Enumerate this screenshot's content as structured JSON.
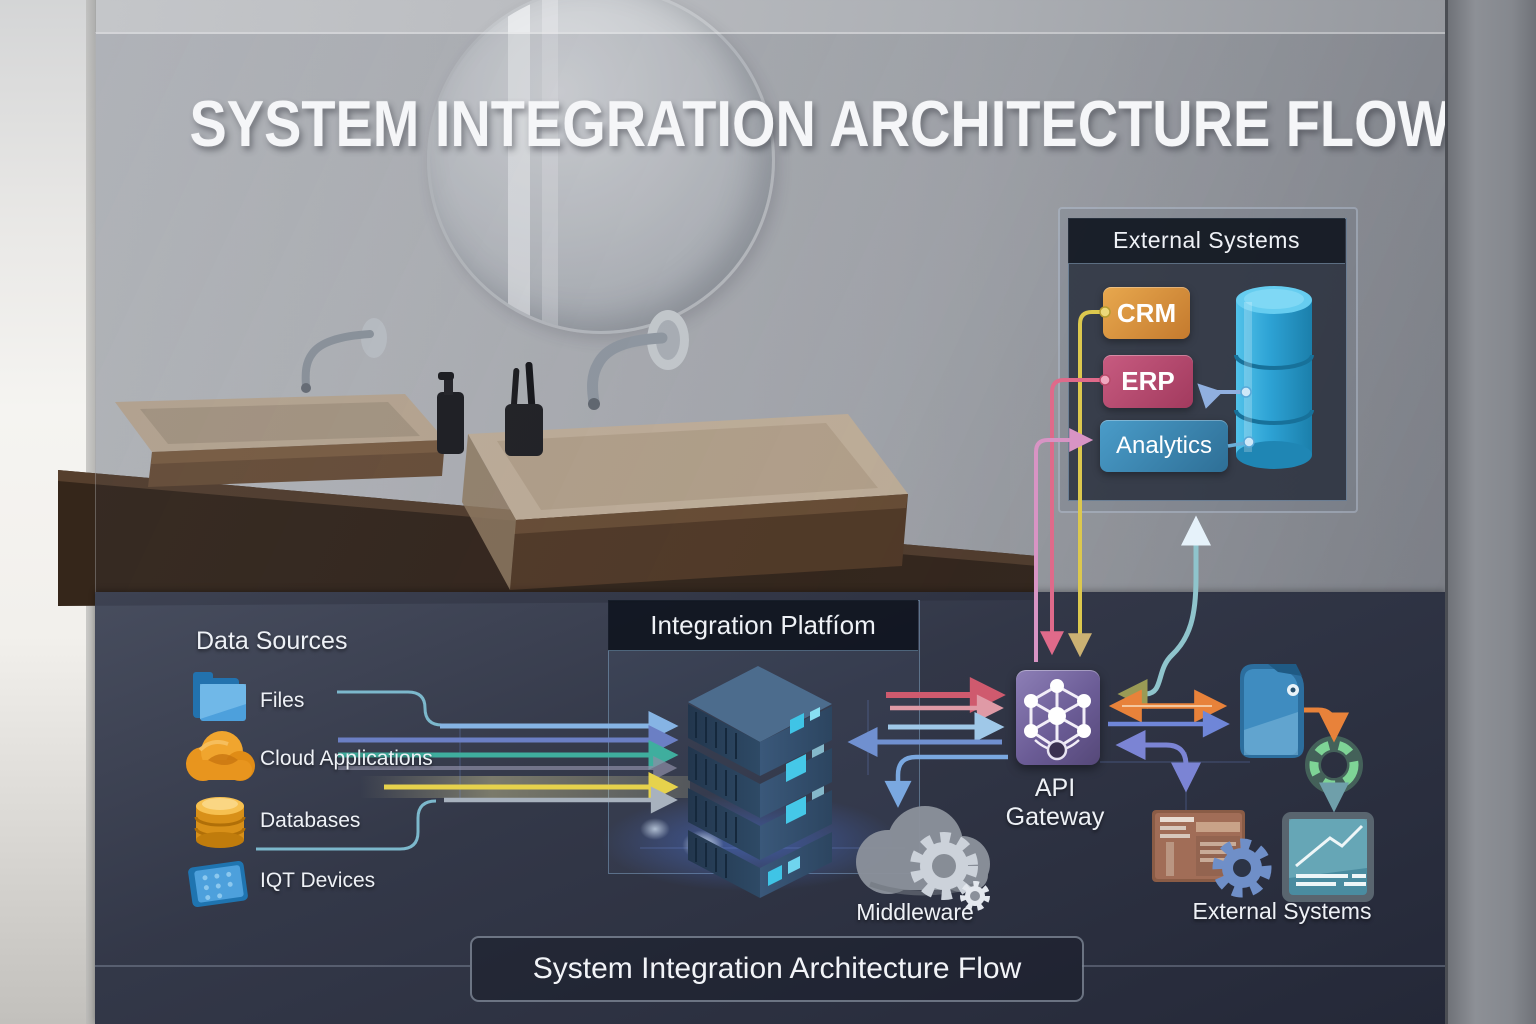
{
  "title_overlay": "SYSTEM INTEGRATION ARCHITECTURE FLOW",
  "bottom_banner": "System Integration Architecture Flow",
  "external_systems_panel": {
    "title": "External Systems",
    "boxes": [
      {
        "label": "CRM",
        "color": "#d99340"
      },
      {
        "label": "ERP",
        "color": "#b84a70"
      },
      {
        "label": "Analytics",
        "color": "#3b8cba"
      }
    ],
    "database_icon": "database-cylinder-icon",
    "database_color": "#2aa6d8"
  },
  "data_sources": {
    "title": "Data Sources",
    "items": [
      {
        "label": "Files",
        "icon": "folder-icon",
        "icon_color": "#3e96d2"
      },
      {
        "label": "Cloud Applications",
        "icon": "cloud-icon",
        "icon_color": "#e8951e"
      },
      {
        "label": "Databases",
        "icon": "database-icon",
        "icon_color": "#e8a828"
      },
      {
        "label": "IQT Devices",
        "icon": "tablet-icon",
        "icon_color": "#3e96d2"
      }
    ]
  },
  "integration_platform": {
    "title": "Integration Platfíom",
    "icon": "server-stack-icon"
  },
  "api_gateway": {
    "label": "API Gateway",
    "icon": "api-gateway-icon",
    "accent": "#6b5c96"
  },
  "middleware": {
    "label": "Middleware",
    "icon": "middleware-cloud-icon"
  },
  "external_systems_bottom": {
    "label": "External Systems",
    "icons": [
      "file-icon",
      "sync-icon",
      "browser-window-icon",
      "gear-icon",
      "dashboard-tablet-icon"
    ],
    "sync_color": "#7ed496"
  },
  "diagram": {
    "nodes": [
      "Files",
      "Cloud Applications",
      "Databases",
      "IQT Devices",
      "Integration Platform",
      "API Gateway",
      "Middleware",
      "External Systems (bottom)",
      "CRM",
      "ERP",
      "Analytics",
      "Database"
    ],
    "edges": [
      {
        "from": "Files",
        "to": "Integration Platform",
        "color": "#86b4e4"
      },
      {
        "from": "Cloud Applications",
        "to": "Integration Platform",
        "color": "#6b7fc4"
      },
      {
        "from": "Data Sources",
        "to": "Integration Platform",
        "color": "#3fae9e"
      },
      {
        "from": "Data Sources",
        "to": "Integration Platform",
        "color": "#8e8ea6"
      },
      {
        "from": "Cloud Applications",
        "to": "Integration Platform",
        "color": "#e6d24c"
      },
      {
        "from": "Databases",
        "to": "Integration Platform",
        "color": "#a8b2be"
      },
      {
        "from": "Integration Platform",
        "to": "API Gateway",
        "color": "#cf5a6e"
      },
      {
        "from": "Integration Platform",
        "to": "API Gateway",
        "color": "#df9aa6"
      },
      {
        "from": "Integration Platform",
        "to": "API Gateway",
        "color": "#9fc8e8"
      },
      {
        "from": "API Gateway",
        "to": "Integration Platform",
        "color": "#7090d0"
      },
      {
        "from": "API Gateway",
        "to": "Middleware",
        "color": "#7aa8e0"
      },
      {
        "from": "CRM",
        "to": "API Gateway",
        "color": "#dcc84e"
      },
      {
        "from": "ERP",
        "to": "API Gateway",
        "color": "#df6a8a"
      },
      {
        "from": "API Gateway",
        "to": "Analytics",
        "color": "#d894c4"
      },
      {
        "from": "API Gateway",
        "to": "External Systems panel",
        "color": "#8fc4cc",
        "bidirectional": true
      },
      {
        "from": "API Gateway",
        "to": "File system",
        "color": "#e8823a",
        "bidirectional": true
      },
      {
        "from": "API Gateway",
        "to": "File system",
        "color": "#6f86d8"
      },
      {
        "from": "API Gateway",
        "to": "External web system",
        "color": "#7b84d4",
        "bidirectional": true
      },
      {
        "from": "File system",
        "to": "Sync",
        "color": "#e8823a"
      },
      {
        "from": "Sync",
        "to": "Dashboard",
        "color": "#6f9faa"
      },
      {
        "from": "Database",
        "to": "ERP",
        "color": "#90b0e0"
      }
    ]
  }
}
